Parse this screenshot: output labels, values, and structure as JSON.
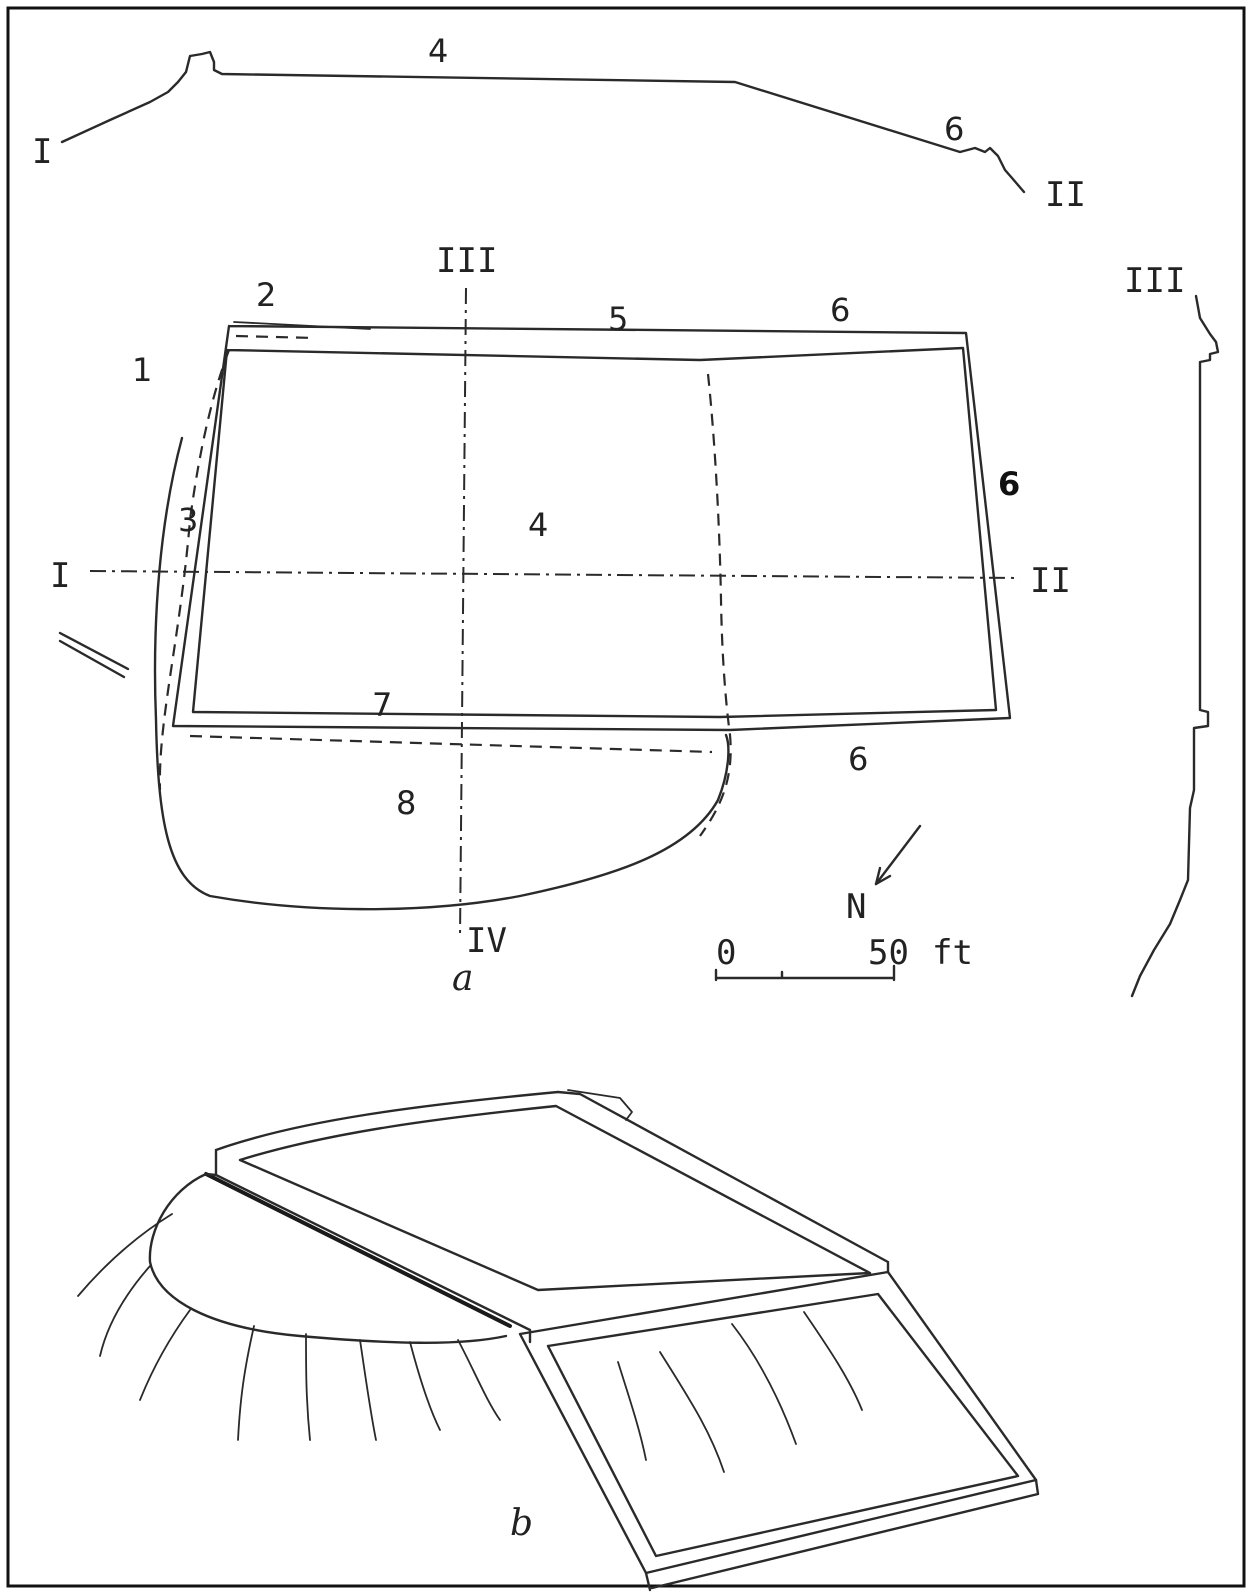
{
  "figure": {
    "section_top": {
      "left_end": "I",
      "middle": "4",
      "slope": "6",
      "right_end": "II"
    },
    "plan": {
      "section_marks": {
        "top": "III",
        "left": "I",
        "right": "II",
        "bottom": "IV"
      },
      "areas": {
        "a1": "1",
        "a2": "2",
        "a3": "3",
        "a4": "4",
        "a5": "5",
        "a6_top": "6",
        "a6_right": "6",
        "a6_bottom": "6",
        "a7": "7",
        "a8": "8"
      },
      "north": "N",
      "scale": {
        "start": "0",
        "end": "50",
        "unit": "ft"
      },
      "caption": "a"
    },
    "section_side": {
      "top_label": "III"
    },
    "perspective": {
      "caption": "b"
    }
  }
}
